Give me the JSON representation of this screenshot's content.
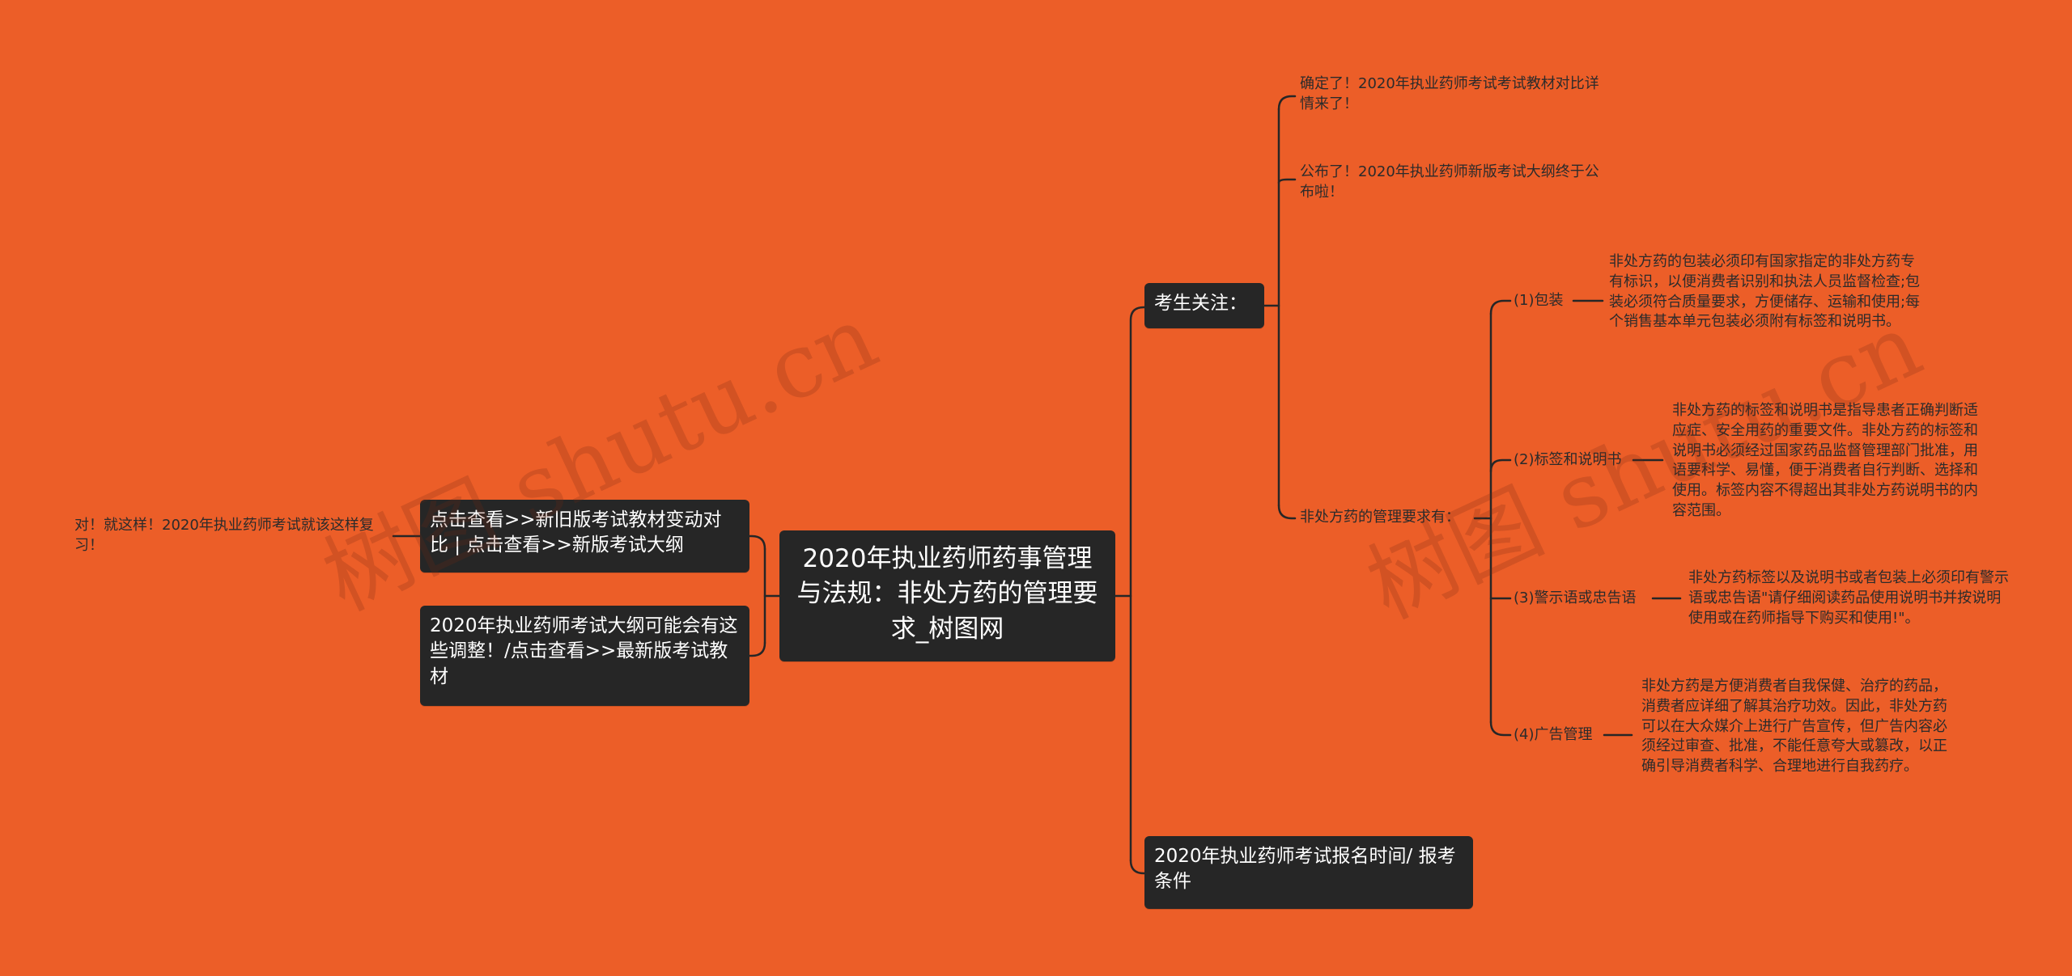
{
  "root": {
    "title": "2020年执业药师药事管理与法规：非处方药的管理要求_树图网"
  },
  "watermark": "树图 shutu.cn",
  "left": {
    "link1": "点击查看>>新旧版考试教材变动对比 | 点击查看>>新版考试大纲",
    "link1_note": "对！就这样！2020年执业药师考试就该这样复习！",
    "link2": "2020年执业药师考试大纲可能会有这些调整！/点击查看>>最新版考试教材"
  },
  "right": {
    "focus": {
      "label": "考生关注：",
      "items": [
        "确定了！2020年执业药师考试考试教材对比详情来了！",
        "公布了！2020年执业药师新版考试大纲终于公布啦！"
      ],
      "otc": {
        "label": "非处方药的管理要求有：",
        "subs": [
          {
            "label": "(1)包装",
            "text": "非处方药的包装必须印有国家指定的非处方药专有标识，以便消费者识别和执法人员监督检查;包装必须符合质量要求，方便储存、运输和使用;每个销售基本单元包装必须附有标签和说明书。"
          },
          {
            "label": "(2)标签和说明书",
            "text": "非处方药的标签和说明书是指导患者正确判断适应症、安全用药的重要文件。非处方药的标签和说明书必须经过国家药品监督管理部门批准，用语要科学、易懂，便于消费者自行判断、选择和使用。标签内容不得超出其非处方药说明书的内容范围。"
          },
          {
            "label": "(3)警示语或忠告语",
            "text": "非处方药标签以及说明书或者包装上必须印有警示语或忠告语\"请仔细阅读药品使用说明书并按说明使用或在药师指导下购买和使用!\"。"
          },
          {
            "label": "(4)广告管理",
            "text": "非处方药是方便消费者自我保健、治疗的药品，消费者应详细了解其治疗功效。因此，非处方药可以在大众媒介上进行广告宣传，但广告内容必须经过审查、批准，不能任意夸大或篡改，以正确引导消费者科学、合理地进行自我药疗。"
          }
        ]
      }
    },
    "registration": "2020年执业药师考试报名时间/ 报考条件"
  }
}
